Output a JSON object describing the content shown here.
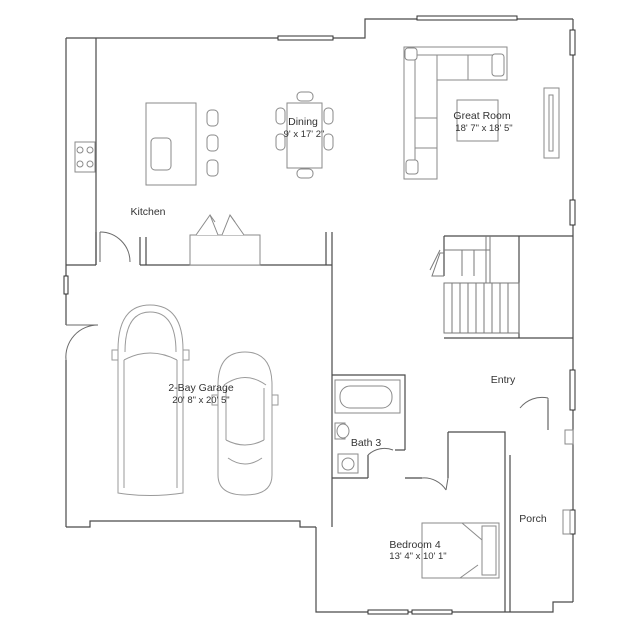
{
  "floorplan": {
    "rooms": [
      {
        "key": "kitchen",
        "name": "Kitchen",
        "dimensions": ""
      },
      {
        "key": "dining",
        "name": "Dining",
        "dimensions": "9' x 17' 2\""
      },
      {
        "key": "great_room",
        "name": "Great Room",
        "dimensions": "18' 7\" x 18' 5\""
      },
      {
        "key": "garage",
        "name": "2-Bay Garage",
        "dimensions": "20' 8\" x 20' 5\""
      },
      {
        "key": "entry",
        "name": "Entry",
        "dimensions": ""
      },
      {
        "key": "bath3",
        "name": "Bath 3",
        "dimensions": ""
      },
      {
        "key": "bedroom4",
        "name": "Bedroom 4",
        "dimensions": "13' 4\" x 10' 1\""
      },
      {
        "key": "porch",
        "name": "Porch",
        "dimensions": ""
      }
    ],
    "colors": {
      "wall": "#4a4a4a",
      "fixture": "#8a8a8a",
      "window": "#2f2f2f",
      "label": "#333333",
      "background": "#ffffff"
    }
  }
}
